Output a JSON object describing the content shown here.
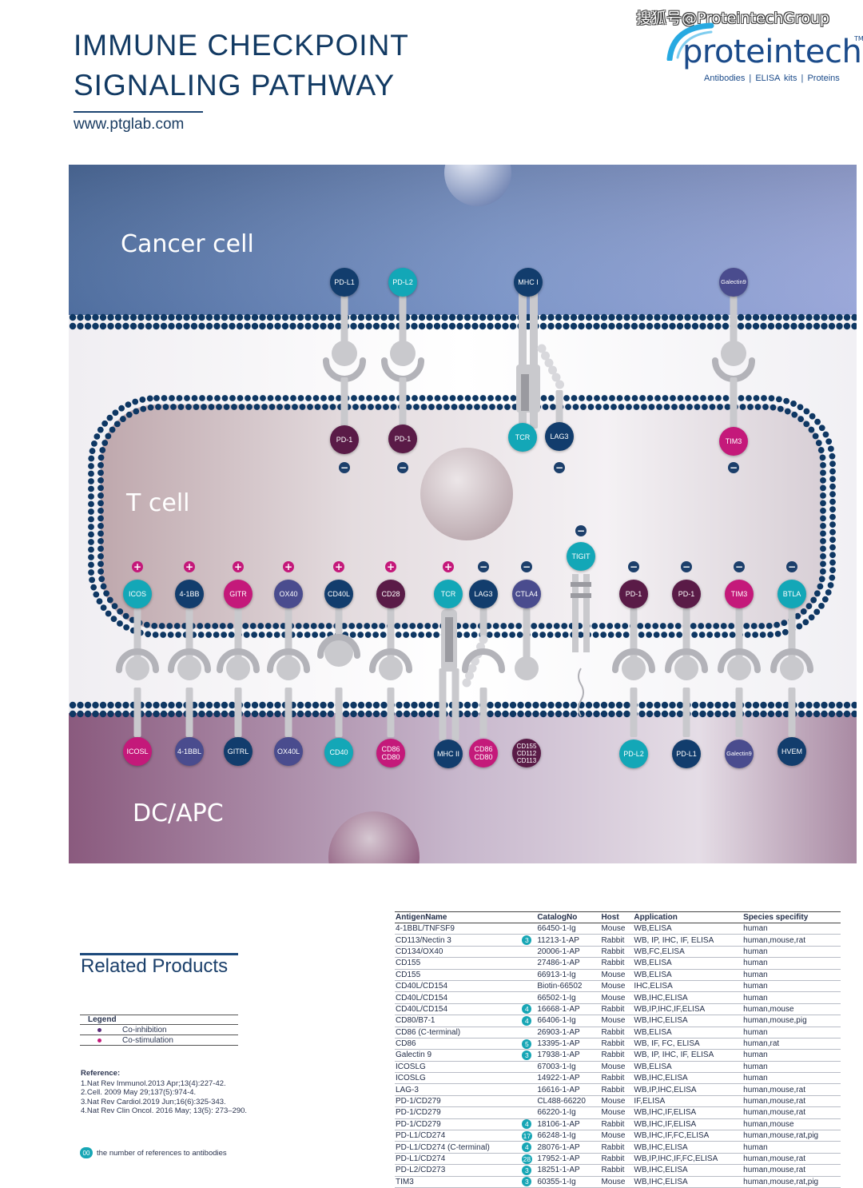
{
  "header": {
    "title_line1": "IMMUNE CHECKPOINT",
    "title_line2": "SIGNALING PATHWAY",
    "url": "www.ptglab.com",
    "watermark": "搜狐号@ProteintechGroup"
  },
  "logo": {
    "name": "proteintech",
    "tm": "TM",
    "tagline": "Antibodies  |  ELISA kits  |  Proteins"
  },
  "diagram": {
    "cancer_label": "Cancer cell",
    "tcell_label": "T cell",
    "dc_label": "DC/APC",
    "colors": {
      "navy": "#123d6d",
      "teal": "#13a7b7",
      "magenta": "#c4197a",
      "purple": "#4a4c8e",
      "plum": "#5a1b47",
      "wine": "#9e1a4b",
      "dot": "#0e3763"
    },
    "top_cancer_nodes": [
      {
        "label": "PD-L1",
        "color": "navy"
      },
      {
        "label": "PD-L2",
        "color": "teal"
      },
      {
        "label": "MHC I",
        "color": "navy"
      },
      {
        "label": "Galectin9",
        "color": "purple"
      }
    ],
    "top_tcell_nodes": [
      {
        "label": "PD-1",
        "color": "plum",
        "sign": "-"
      },
      {
        "label": "PD-1",
        "color": "plum",
        "sign": "-"
      },
      {
        "label": "TCR",
        "color": "teal",
        "sign": ""
      },
      {
        "label": "LAG3",
        "color": "navy",
        "sign": "-"
      },
      {
        "label": "TIM3",
        "color": "magenta",
        "sign": "-"
      }
    ],
    "tigit": {
      "label": "TIGIT",
      "sign": "-"
    },
    "bottom_tcell_nodes": [
      {
        "label": "ICOS",
        "color": "teal",
        "sign": "+"
      },
      {
        "label": "4-1BB",
        "color": "navy",
        "sign": "+"
      },
      {
        "label": "GITR",
        "color": "magenta",
        "sign": "+"
      },
      {
        "label": "OX40",
        "color": "purple",
        "sign": "+"
      },
      {
        "label": "CD40L",
        "color": "navy",
        "sign": "+"
      },
      {
        "label": "CD28",
        "color": "plum",
        "sign": "+"
      },
      {
        "label": "TCR",
        "color": "teal",
        "sign": "+"
      },
      {
        "label": "LAG3",
        "color": "navy",
        "sign": "-"
      },
      {
        "label": "CTLA4",
        "color": "purple",
        "sign": "-"
      },
      {
        "label": "PD-1",
        "color": "plum",
        "sign": "-"
      },
      {
        "label": "PD-1",
        "color": "plum",
        "sign": "-"
      },
      {
        "label": "TIM3",
        "color": "magenta",
        "sign": "-"
      },
      {
        "label": "BTLA",
        "color": "teal",
        "sign": "-"
      }
    ],
    "dc_nodes": [
      {
        "label": "ICOSL",
        "color": "magenta"
      },
      {
        "label": "4-1BBL",
        "color": "purple"
      },
      {
        "label": "GITRL",
        "color": "navy"
      },
      {
        "label": "OX40L",
        "color": "purple"
      },
      {
        "label": "CD40",
        "color": "teal"
      },
      {
        "label": "CD86\nCD80",
        "color": "magenta"
      },
      {
        "label": "MHC II",
        "color": "navy"
      },
      {
        "label": "CD86\nCD80",
        "color": "magenta"
      },
      {
        "label": "CD155\nCD112\nCD113",
        "color": "plum"
      },
      {
        "label": "PD-L2",
        "color": "teal"
      },
      {
        "label": "PD-L1",
        "color": "navy"
      },
      {
        "label": "Galectin9",
        "color": "purple"
      },
      {
        "label": "HVEM",
        "color": "navy"
      }
    ]
  },
  "related": {
    "title": "Related Products",
    "legend_title": "Legend",
    "legend_items": [
      {
        "label": "Co-inhibition",
        "color": "#5a2e7a"
      },
      {
        "label": "Co-stimulation",
        "color": "#c4197a"
      }
    ],
    "reference_title": "Reference:",
    "references": [
      "1.Nat Rev Immunol.2013 Apr;13(4):227-42.",
      "2.Cell. 2009 May 29;137(5):974-4.",
      "3.Nat Rev Cardiol.2019 Jun;16(6):325-343.",
      "4.Nat Rev Clin Oncol. 2016 May; 13(5): 273–290."
    ],
    "note_badge": "00",
    "note_text": "the number of references to antibodies"
  },
  "table": {
    "headers": [
      "AntigenName",
      "CatalogNo",
      "Host",
      "Application",
      "Species specifity"
    ],
    "rows": [
      {
        "antigen": "4-1BBL/TNFSF9",
        "ref": "",
        "catalog": "66450-1-Ig",
        "host": "Mouse",
        "app": "WB,ELISA",
        "species": "human"
      },
      {
        "antigen": "CD113/Nectin 3",
        "ref": "3",
        "catalog": "11213-1-AP",
        "host": "Rabbit",
        "app": "WB, IP, IHC, IF, ELISA",
        "species": "human,mouse,rat"
      },
      {
        "antigen": "CD134/OX40",
        "ref": "",
        "catalog": "20006-1-AP",
        "host": "Rabbit",
        "app": "WB,FC,ELISA",
        "species": "human"
      },
      {
        "antigen": "CD155",
        "ref": "",
        "catalog": "27486-1-AP",
        "host": "Rabbit",
        "app": "WB,ELISA",
        "species": "human"
      },
      {
        "antigen": "CD155",
        "ref": "",
        "catalog": "66913-1-Ig",
        "host": "Mouse",
        "app": "WB,ELISA",
        "species": "human"
      },
      {
        "antigen": "CD40L/CD154",
        "ref": "",
        "catalog": "Biotin-66502",
        "host": "Mouse",
        "app": "IHC,ELISA",
        "species": "human"
      },
      {
        "antigen": "CD40L/CD154",
        "ref": "",
        "catalog": "66502-1-Ig",
        "host": "Mouse",
        "app": "WB,IHC,ELISA",
        "species": "human"
      },
      {
        "antigen": "CD40L/CD154",
        "ref": "4",
        "catalog": "16668-1-AP",
        "host": "Rabbit",
        "app": "WB,IP,IHC,IF,ELISA",
        "species": "human,mouse"
      },
      {
        "antigen": "CD80/B7-1",
        "ref": "4",
        "catalog": "66406-1-Ig",
        "host": "Mouse",
        "app": "WB,IHC,ELISA",
        "species": "human,mouse,pig"
      },
      {
        "antigen": "CD86 (C-terminal)",
        "ref": "",
        "catalog": "26903-1-AP",
        "host": "Rabbit",
        "app": "WB,ELISA",
        "species": "human"
      },
      {
        "antigen": "CD86",
        "ref": "5",
        "catalog": "13395-1-AP",
        "host": "Rabbit",
        "app": "WB, IF, FC, ELISA",
        "species": "human,rat"
      },
      {
        "antigen": "Galectin 9",
        "ref": "3",
        "catalog": "17938-1-AP",
        "host": "Rabbit",
        "app": "WB, IP, IHC, IF, ELISA",
        "species": "human"
      },
      {
        "antigen": "ICOSLG",
        "ref": "",
        "catalog": "67003-1-Ig",
        "host": "Mouse",
        "app": "WB,ELISA",
        "species": "human"
      },
      {
        "antigen": "ICOSLG",
        "ref": "",
        "catalog": "14922-1-AP",
        "host": "Rabbit",
        "app": "WB,IHC,ELISA",
        "species": "human"
      },
      {
        "antigen": "LAG-3",
        "ref": "",
        "catalog": "16616-1-AP",
        "host": "Rabbit",
        "app": "WB,IP,IHC,ELISA",
        "species": "human,mouse,rat"
      },
      {
        "antigen": "PD-1/CD279",
        "ref": "",
        "catalog": "CL488-66220",
        "host": "Mouse",
        "app": "IF,ELISA",
        "species": "human,mouse,rat"
      },
      {
        "antigen": "PD-1/CD279",
        "ref": "",
        "catalog": "66220-1-Ig",
        "host": "Mouse",
        "app": "WB,IHC,IF,ELISA",
        "species": "human,mouse,rat"
      },
      {
        "antigen": "PD-1/CD279",
        "ref": "4",
        "catalog": "18106-1-AP",
        "host": "Rabbit",
        "app": "WB,IHC,IF,ELISA",
        "species": "human,mouse"
      },
      {
        "antigen": "PD-L1/CD274",
        "ref": "17",
        "catalog": "66248-1-Ig",
        "host": "Mouse",
        "app": "WB,IHC,IF,FC,ELISA",
        "species": "human,mouse,rat,pig"
      },
      {
        "antigen": "PD-L1/CD274 (C-terminal)",
        "ref": "4",
        "catalog": "28076-1-AP",
        "host": "Rabbit",
        "app": "WB,IHC,ELISA",
        "species": "human"
      },
      {
        "antigen": "PD-L1/CD274",
        "ref": "28",
        "catalog": "17952-1-AP",
        "host": "Rabbit",
        "app": "WB,IP,IHC,IF,FC,ELISA",
        "species": "human,mouse,rat"
      },
      {
        "antigen": "PD-L2/CD273",
        "ref": "3",
        "catalog": "18251-1-AP",
        "host": "Rabbit",
        "app": "WB,IHC,ELISA",
        "species": "human,mouse,rat"
      },
      {
        "antigen": "TIM3",
        "ref": "3",
        "catalog": "60355-1-Ig",
        "host": "Mouse",
        "app": "WB,IHC,ELISA",
        "species": "human,mouse,rat,pig"
      }
    ]
  }
}
